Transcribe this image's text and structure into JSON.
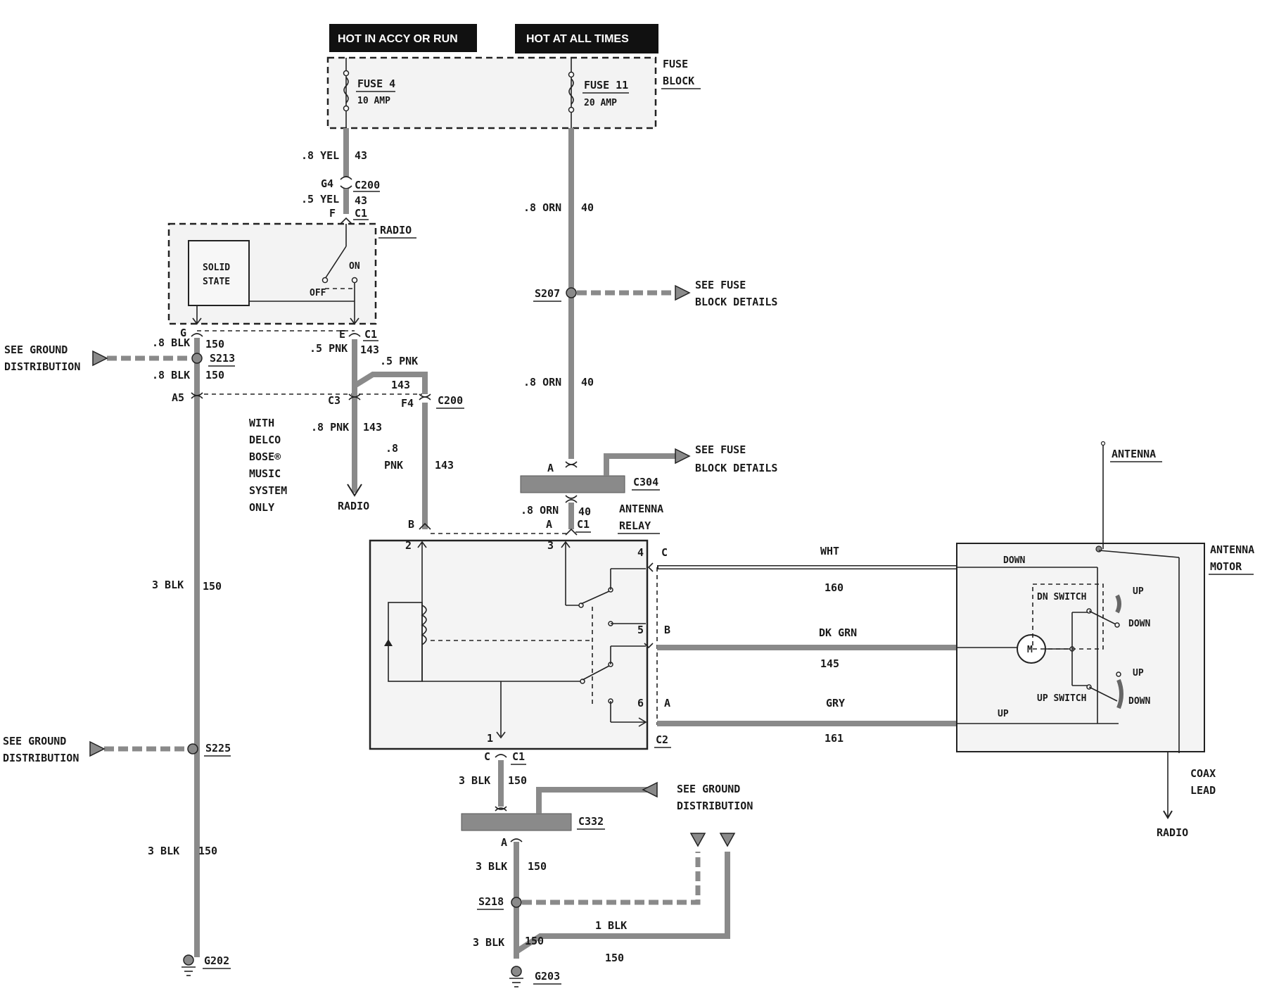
{
  "headers": {
    "hot_accy_run": "HOT IN ACCY OR RUN",
    "hot_all_times": "HOT AT ALL TIMES"
  },
  "fuse_block": {
    "label_line1": "FUSE",
    "label_line2": "BLOCK",
    "fuse4_name": "FUSE 4",
    "fuse4_rating": "10 AMP",
    "fuse11_name": "FUSE 11",
    "fuse11_rating": "20 AMP"
  },
  "radio": {
    "label": "RADIO",
    "solid_state_1": "SOLID",
    "solid_state_2": "STATE",
    "switch_on": "ON",
    "switch_off": "OFF"
  },
  "wires": {
    "yel_8": ".8 YEL",
    "yel_8_num": "43",
    "yel_5": ".5 YEL",
    "yel_5_num": "43",
    "orn_upper": ".8 ORN",
    "orn_upper_num": "40",
    "orn_mid": ".8 ORN",
    "orn_mid_num": "40",
    "orn_lower": ".8 ORN",
    "orn_lower_num": "40",
    "blk_8_a": ".8 BLK",
    "blk_8_a_num": "150",
    "blk_8_b": ".8 BLK",
    "blk_8_b_num": "150",
    "pnk_5_a": ".5 PNK",
    "pnk_5_a_num": "143",
    "pnk_5_b": ".5 PNK",
    "pnk_5_b_num": "143",
    "pnk_8": ".8 PNK",
    "pnk_8_num": "143",
    "pnk_8_v1": ".8",
    "pnk_8_v2": "PNK",
    "num_143": "143",
    "blk_3_left": "3 BLK",
    "blk_3_left_num": "150",
    "blk_3_lower": "3 BLK",
    "blk_3_lower_num": "150",
    "blk_3_c1": "3 BLK",
    "blk_3_c1_num": "150",
    "blk_3_a": "3 BLK",
    "blk_3_a_num": "150",
    "blk_3_g203": "3 BLK",
    "blk_3_g203_num": "150",
    "blk_1": "1 BLK",
    "blk_1_num": "150",
    "wht": "WHT",
    "wht_num": "160",
    "dkgrn": "DK GRN",
    "dkgrn_num": "145",
    "gry": "GRY",
    "gry_num": "161"
  },
  "connectors": {
    "g4": "G4",
    "c200_top": "C200",
    "f": "F",
    "c1_top": "C1",
    "g": "G",
    "e": "E",
    "c1_radio": "C1",
    "a5": "A5",
    "c3": "C3",
    "f4": "F4",
    "c200_mid": "C200",
    "b": "B",
    "a_c304": "A",
    "c304": "C304",
    "a_c1": "A",
    "c1_relay": "C1",
    "c_bottom": "C",
    "c1_bottom": "C1",
    "c332": "C332",
    "a_c332": "A",
    "c2": "C2",
    "pin_c": "C",
    "pin_b": "B",
    "pin_a": "A"
  },
  "splices": {
    "s213": "S213",
    "s207": "S207",
    "s225": "S225",
    "s218": "S218",
    "g202": "G202",
    "g203": "G203"
  },
  "notes": {
    "see_fuse_1a": "SEE FUSE",
    "see_fuse_1b": "BLOCK DETAILS",
    "see_fuse_2a": "SEE FUSE",
    "see_fuse_2b": "BLOCK DETAILS",
    "ground_1a": "SEE GROUND",
    "ground_1b": "DISTRIBUTION",
    "ground_2a": "SEE GROUND",
    "ground_2b": "DISTRIBUTION",
    "ground_3a": "SEE GROUND",
    "ground_3b": "DISTRIBUTION",
    "delco_1": "WITH",
    "delco_2": "DELCO",
    "delco_3": "BOSE®",
    "delco_4": "MUSIC",
    "delco_5": "SYSTEM",
    "delco_6": "ONLY",
    "radio_out": "RADIO",
    "radio_coax": "RADIO",
    "coax_1": "COAX",
    "coax_2": "LEAD"
  },
  "relay": {
    "label_1": "ANTENNA",
    "label_2": "RELAY",
    "p1": "1",
    "p2": "2",
    "p3": "3",
    "p4": "4",
    "p5": "5",
    "p6": "6"
  },
  "motor": {
    "label_1": "ANTENNA",
    "label_2": "MOTOR",
    "antenna": "ANTENNA",
    "down_top": "DOWN",
    "dn_switch": "DN SWITCH",
    "up_1": "UP",
    "down_1": "DOWN",
    "up_2": "UP",
    "down_2": "DOWN",
    "up_switch": "UP SWITCH",
    "up_bottom": "UP",
    "m": "M"
  }
}
